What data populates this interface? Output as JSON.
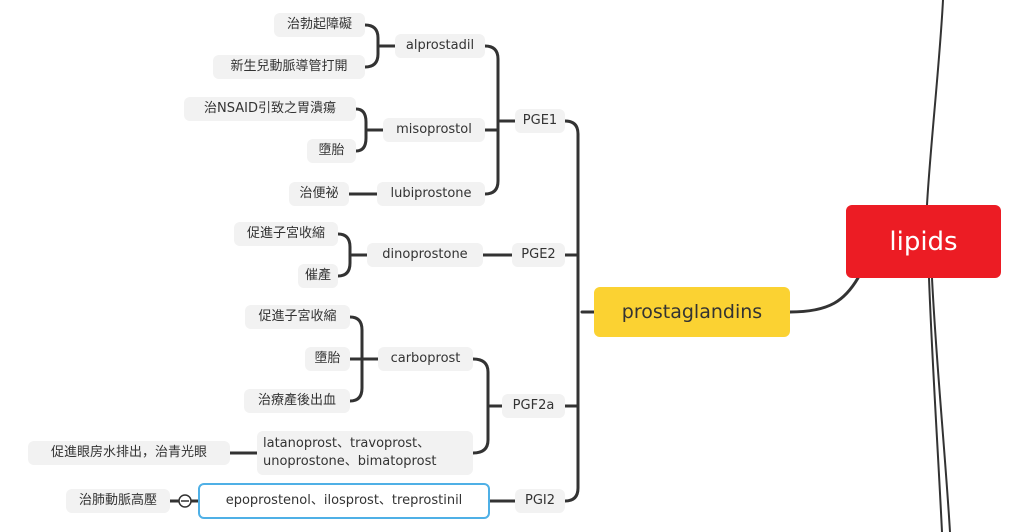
{
  "root": {
    "label": "lipids"
  },
  "main": {
    "label": "prostaglandins"
  },
  "groups": {
    "pge1": {
      "label": "PGE1",
      "alprostadil": {
        "label": "alprostadil",
        "uses": [
          "治勃起障礙",
          "新生兒動脈導管打開"
        ]
      },
      "misoprostol": {
        "label": "misoprostol",
        "uses": [
          "治NSAID引致之胃潰瘍",
          "墮胎"
        ]
      },
      "lubiprostone": {
        "label": "lubiprostone",
        "uses": [
          "治便祕"
        ]
      }
    },
    "pge2": {
      "label": "PGE2",
      "dinoprostone": {
        "label": "dinoprostone",
        "uses": [
          "促進子宮收縮",
          "催產"
        ]
      }
    },
    "pgf2a": {
      "label": "PGF2a",
      "carboprost": {
        "label": "carboprost",
        "uses": [
          "促進子宮收縮",
          "墮胎",
          "治療產後出血"
        ]
      },
      "latanoprost": {
        "label_line1": "latanoprost、travoprost、",
        "label_line2": "unoprostone、bimatoprost",
        "uses": [
          "促進眼房水排出，治青光眼"
        ]
      }
    },
    "pgi2": {
      "label": "PGI2",
      "epoprostenol": {
        "label": "epoprostenol、ilosprost、treprostinil",
        "uses": [
          "治肺動脈高壓"
        ]
      }
    }
  },
  "colors": {
    "root": "#ec1c24",
    "main": "#fbd232",
    "line": "#333333",
    "node_bg": "#f2f2f2",
    "selected_border": "#4fb0e6"
  }
}
